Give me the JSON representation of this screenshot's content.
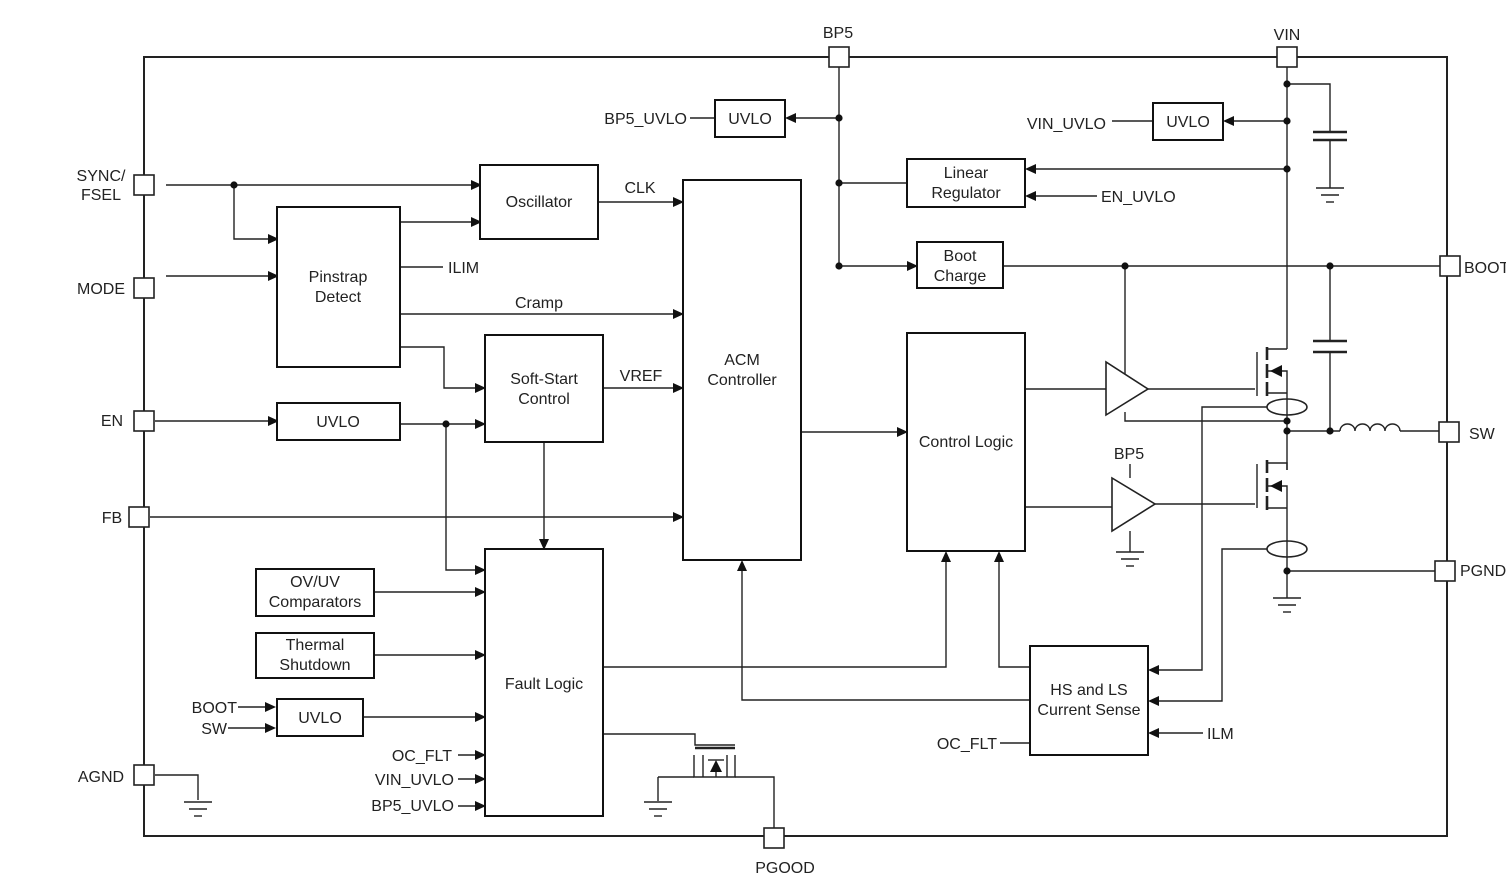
{
  "pins": {
    "bp5": "BP5",
    "vin": "VIN",
    "sync_fsel_line1": "SYNC/",
    "sync_fsel_line2": "FSEL",
    "mode": "MODE",
    "en": "EN",
    "fb": "FB",
    "agnd": "AGND",
    "boot": "BOOT",
    "sw": "SW",
    "pgnd": "PGND",
    "pgood": "PGOOD"
  },
  "blocks": {
    "uvlo_bp5": "UVLO",
    "uvlo_vin": "UVLO",
    "oscillator": "Oscillator",
    "linear_regulator_line1": "Linear",
    "linear_regulator_line2": "Regulator",
    "boot_charge_line1": "Boot",
    "boot_charge_line2": "Charge",
    "pinstrap_detect_line1": "Pinstrap",
    "pinstrap_detect_line2": "Detect",
    "soft_start_line1": "Soft-Start",
    "soft_start_line2": "Control",
    "acm_controller_line1": "ACM",
    "acm_controller_line2": "Controller",
    "control_logic": "Control Logic",
    "uvlo_en": "UVLO",
    "ovuv_line1": "OV/UV",
    "ovuv_line2": "Comparators",
    "thermal_line1": "Thermal",
    "thermal_line2": "Shutdown",
    "uvlo_boot": "UVLO",
    "fault_logic": "Fault Logic",
    "current_sense_line1": "HS and LS",
    "current_sense_line2": "Current Sense"
  },
  "signals": {
    "bp5_uvlo_out": "BP5_UVLO",
    "vin_uvlo_out": "VIN_UVLO",
    "en_uvlo": "EN_UVLO",
    "clk": "CLK",
    "ilim": "ILIM",
    "cramp": "Cramp",
    "vref": "VREF",
    "bp5_driver": "BP5",
    "boot_in": "BOOT",
    "sw_in": "SW",
    "oc_flt_in": "OC_FLT",
    "vin_uvlo_in": "VIN_UVLO",
    "bp5_uvlo_in": "BP5_UVLO",
    "oc_flt_out": "OC_FLT",
    "ilm": "ILM"
  }
}
